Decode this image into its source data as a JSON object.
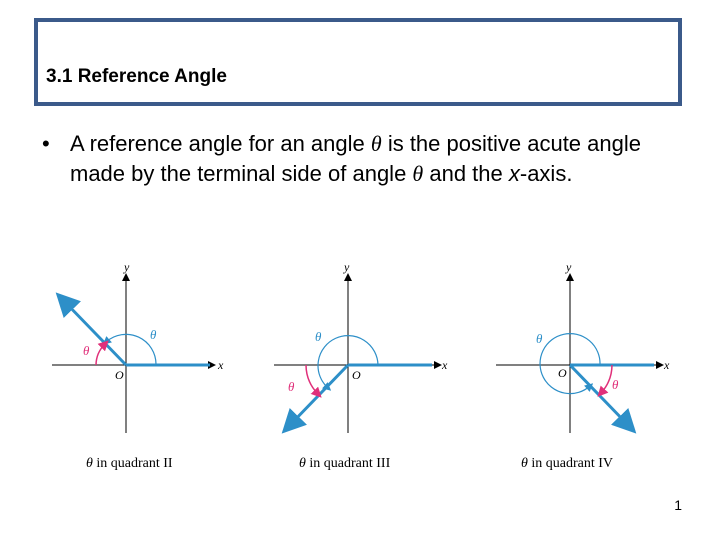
{
  "slide": {
    "title": "3.1  Reference Angle",
    "bullet": {
      "part1": "A reference angle for an angle ",
      "theta1": "θ",
      "part2": " is the positive acute angle made by the terminal side of angle ",
      "theta2": "θ",
      "part3": " and the ",
      "xvar": "x",
      "part4": "-axis."
    },
    "page_number": "1"
  },
  "diagrams": [
    {
      "quadrant": "II",
      "y_label": "y",
      "x_label": "x",
      "origin_label": "O",
      "theta_label": "θ",
      "ref_label": "θ",
      "caption_theta": "θ",
      "caption_text": " in quadrant II"
    },
    {
      "quadrant": "III",
      "y_label": "y",
      "x_label": "x",
      "origin_label": "O",
      "theta_label": "θ",
      "ref_label": "θ",
      "caption_theta": "θ",
      "caption_text": " in quadrant III"
    },
    {
      "quadrant": "IV",
      "y_label": "y",
      "x_label": "x",
      "origin_label": "O",
      "theta_label": "θ",
      "ref_label": "θ",
      "caption_theta": "θ",
      "caption_text": " in quadrant IV"
    }
  ],
  "colors": {
    "title_border": "#3b5a8a",
    "terminal_side": "#2d8fc8",
    "theta_arc": "#2d8fc8",
    "reference_arrow": "#e0307a"
  }
}
